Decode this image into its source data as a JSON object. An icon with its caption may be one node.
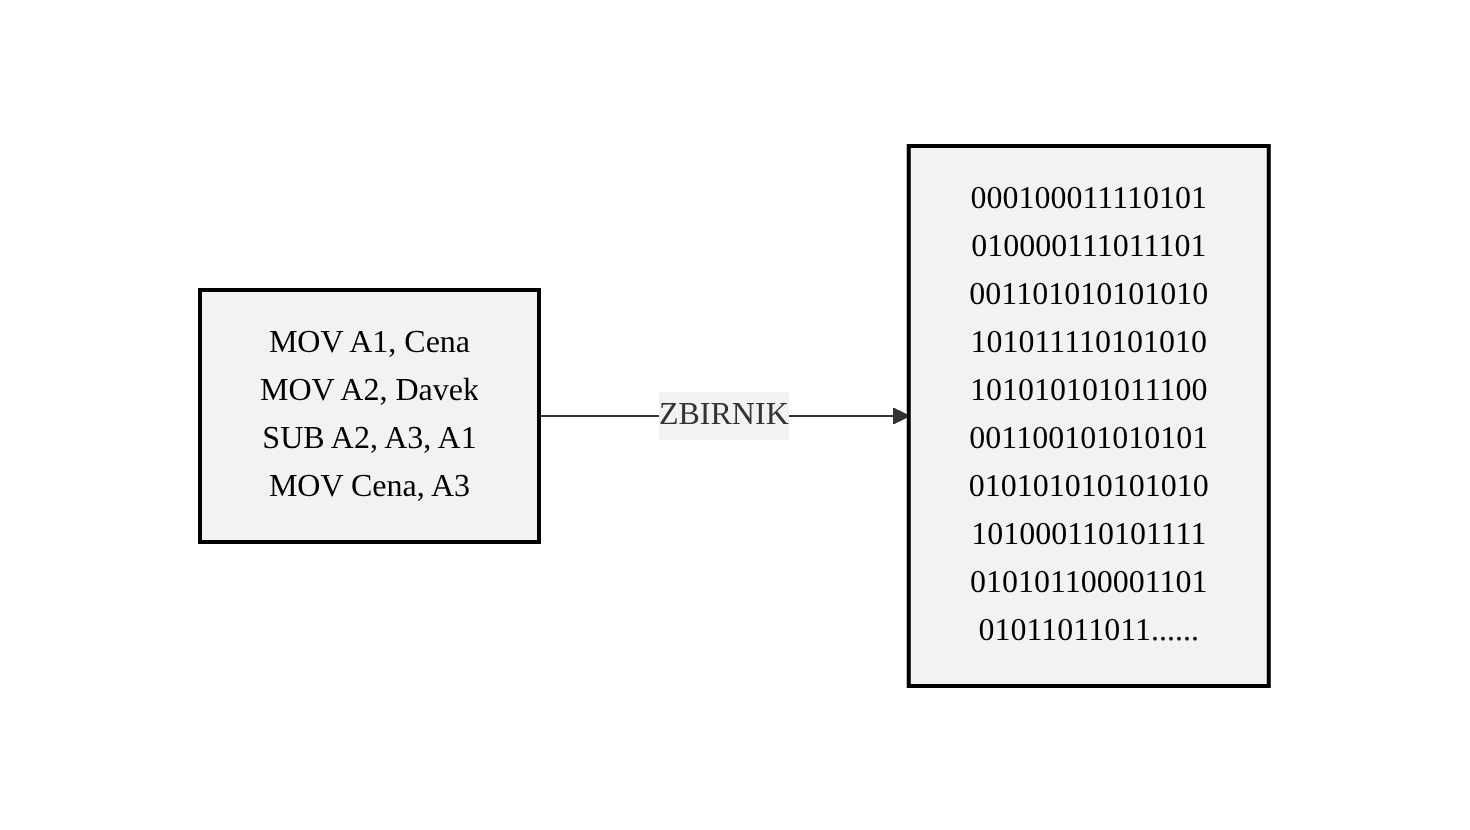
{
  "diagram": {
    "nodes": [
      {
        "text": [
          "MOV A1, Cena",
          "MOV A2, Davek",
          "SUB A2, A3, A1",
          "MOV Cena, A3"
        ]
      },
      {
        "text": [
          "000100011110101",
          "010000111011101",
          "001101010101010",
          "101011110101010",
          "101010101011100",
          "001100101010101",
          "010101010101010",
          "101000110101111",
          "010101100001101",
          "01011011011......"
        ]
      }
    ],
    "edges": [
      {
        "from": 0,
        "to": 1,
        "arrow": "to",
        "label": "ZBIRNIK"
      }
    ]
  }
}
